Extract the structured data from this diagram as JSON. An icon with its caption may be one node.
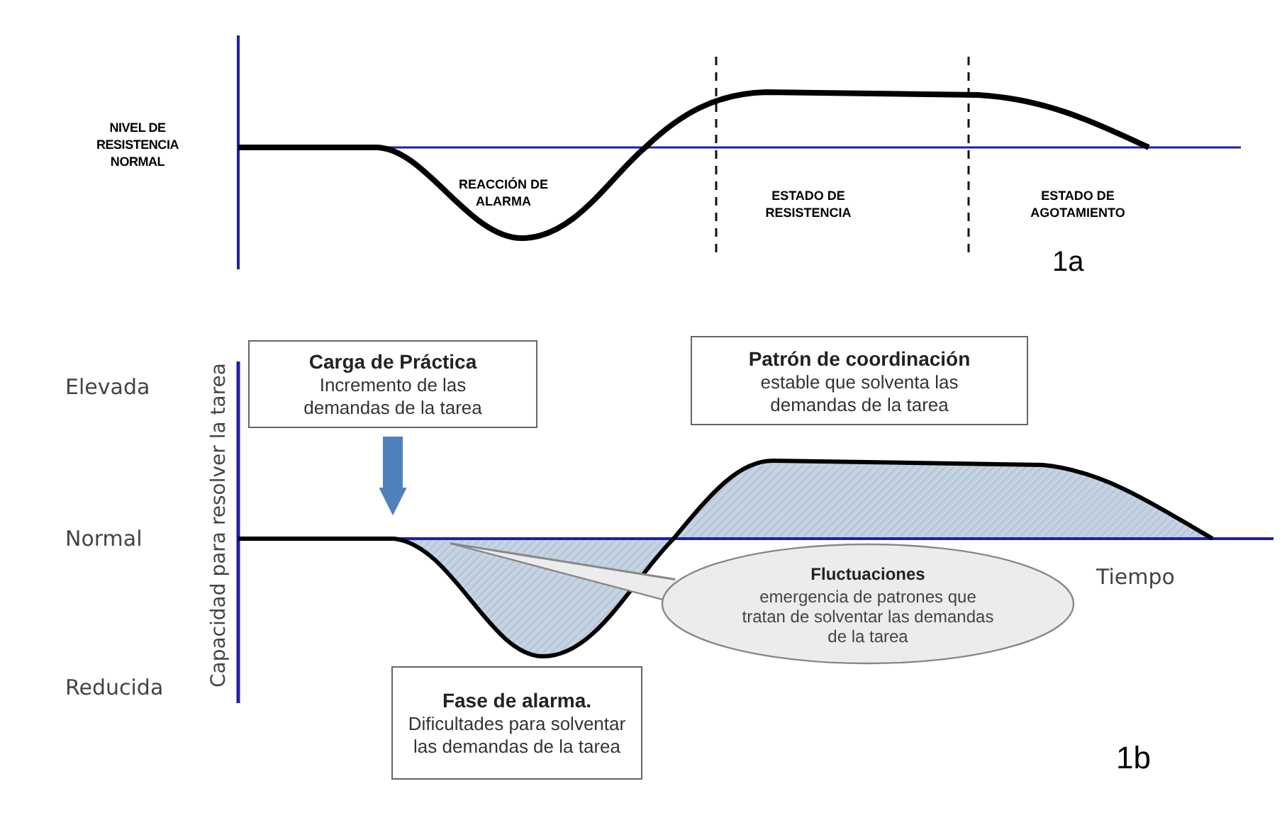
{
  "diagram": {
    "nodes": [
      {
        "text": [
          "Carga de Práctica",
          "Incremento de las demandas de la tarea"
        ]
      },
      {
        "text": [
          "Patrón de coordinación",
          "estable que solventa las demandas de la tarea"
        ]
      },
      {
        "text": [
          "Fase de alarma.",
          "Dificultades para solventar las demandas de la tarea"
        ]
      },
      {
        "text": [
          "Fluctuaciones",
          "emergencia de patrones que tratan de solventar las demandas de la tarea"
        ]
      },
      {
        "text": [],
        "shape": "area"
      },
      {
        "text": [],
        "shape": "area"
      }
    ],
    "edges": [
      {
        "from": 0,
        "to": 4,
        "arrow": "to",
        "style": "thick",
        "color": "#4f81bd"
      },
      {
        "from": 3,
        "to": 4,
        "arrow": "none",
        "color": "#888888"
      }
    ],
    "labels": [
      "NIVEL DE RESISTENCIA NORMAL",
      "REACCIÓN DE ALARMA",
      "ESTADO DE RESISTENCIA",
      "ESTADO DE AGOTAMIENTO",
      "1a",
      "Elevada",
      "Capacidad para resolver la tarea",
      "Normal",
      "Tiempo",
      "Reducida",
      "1b"
    ]
  }
}
